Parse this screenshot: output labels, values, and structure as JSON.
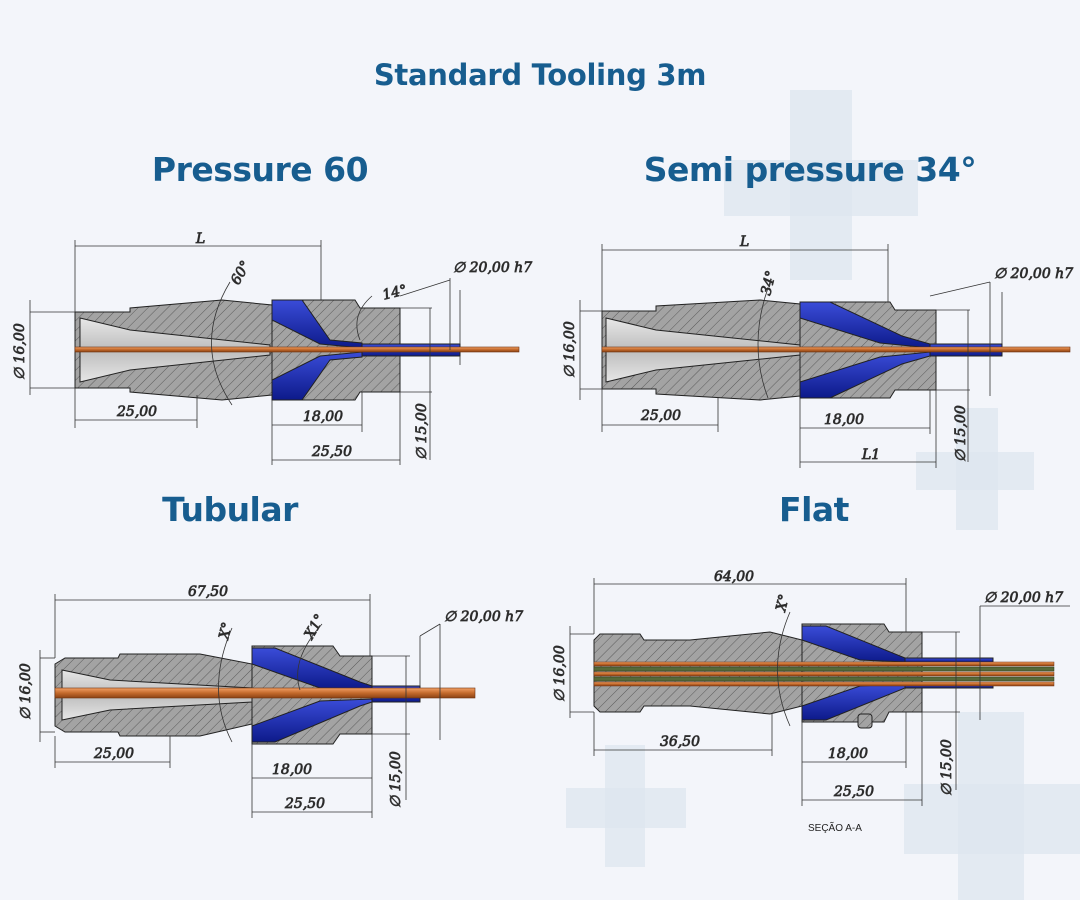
{
  "title": "Standard Tooling 3m",
  "panels": {
    "pressure": {
      "heading": "Pressure 60",
      "dims": {
        "L": "L",
        "angle": "60°",
        "angle2": "14°",
        "dia_out": "∅ 20,00 h7",
        "dia_in": "∅ 16,00",
        "len_tip": "25,00",
        "len_die": "18,00",
        "len_die2": "25,50",
        "dia_die": "∅ 15,00"
      }
    },
    "semi": {
      "heading": "Semi pressure 34°",
      "dims": {
        "L": "L",
        "angle": "34°",
        "dia_out": "∅ 20,00 h7",
        "dia_in": "∅ 16,00",
        "len_tip": "25,00",
        "len_die": "18,00",
        "len_die2": "L1",
        "dia_die": "∅ 15,00"
      }
    },
    "tubular": {
      "heading": "Tubular",
      "dims": {
        "L": "67,50",
        "angle": "X°",
        "angle2": "X1°",
        "dia_out": "∅ 20,00 h7",
        "dia_in": "∅ 16,00",
        "len_tip": "25,00",
        "len_die": "18,00",
        "len_die2": "25,50",
        "dia_die": "∅ 15,00"
      }
    },
    "flat": {
      "heading": "Flat",
      "dims": {
        "L": "64,00",
        "angle": "X°",
        "dia_out": "∅ 20,00 h7",
        "dia_in": "∅ 16,00",
        "len_tip": "36,50",
        "len_die": "18,00",
        "len_die2": "25,50",
        "dia_die": "∅ 15,00"
      },
      "caption": "SEÇÃO A-A"
    }
  }
}
